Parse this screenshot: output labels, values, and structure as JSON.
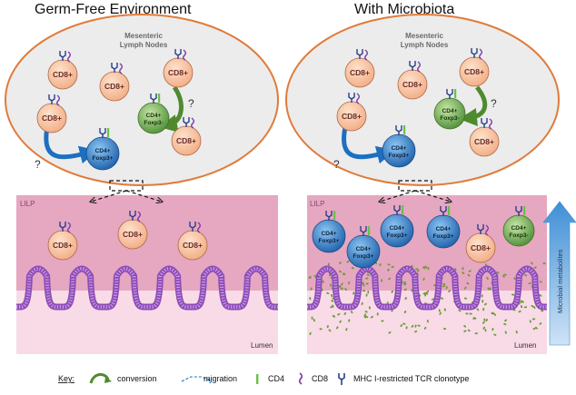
{
  "panels": {
    "left": {
      "title": "Germ-Free Environment",
      "node_label": [
        "Mesenteric",
        "Lymph Nodes"
      ],
      "lilp": "LILP",
      "lumen": "Lumen"
    },
    "right": {
      "title": "With Microbiota",
      "node_label": [
        "Mesenteric",
        "Lymph Nodes"
      ],
      "lilp": "LILP",
      "lumen": "Lumen"
    }
  },
  "cells": {
    "cd8": "CD8+",
    "treg": [
      "CD4+",
      "Foxp3+"
    ],
    "cd4neg": [
      "CD4+",
      "Foxp3-"
    ]
  },
  "question_mark": "?",
  "side_label": "Microbial metabolites",
  "key": {
    "title": "Key:",
    "items": [
      {
        "icon": "conversion-arrow-icon",
        "label": "conversion"
      },
      {
        "icon": "migration-arrow-icon",
        "label": "migration"
      },
      {
        "icon": "cd4-bar-icon",
        "label": "CD4"
      },
      {
        "icon": "cd8-squiggle-icon",
        "label": "CD8"
      },
      {
        "icon": "tcr-fork-icon",
        "label": "MHC I-restricted TCR clonotype"
      }
    ]
  },
  "colors": {
    "cd8_fill": "#f9c9a8",
    "treg_fill": "#2f7fc8",
    "cd4neg_fill": "#7ab55c",
    "node_border": "#e07b3a",
    "tissue": "#e6a7c1",
    "villi": "#9b5bc4",
    "lumen_bg": "#f7d6e3",
    "metabolite": "#6f9a3a",
    "side_arrow": "#3f8fd6"
  }
}
